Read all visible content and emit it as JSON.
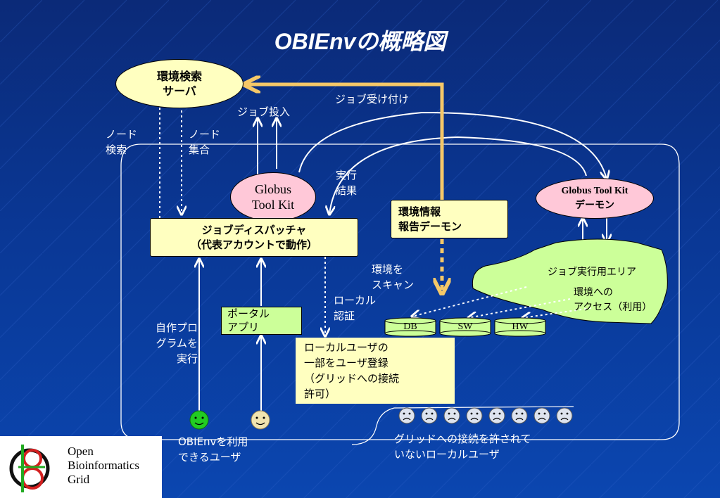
{
  "title": "OBIEnvの概略図",
  "nodes": {
    "env_search_server": [
      "環境検索",
      "サーバ"
    ],
    "globus_toolkit": [
      "Globus",
      "Tool Kit"
    ],
    "globus_daemon": [
      "Globus Tool Kit",
      "デーモン"
    ],
    "job_dispatcher": [
      "ジョブディスパッチャ",
      "（代表アカウントで動作）"
    ],
    "env_report_daemon": [
      "環境情報",
      "報告デーモン"
    ],
    "portal_app": [
      "ポータル",
      "アプリ"
    ],
    "local_user_register": [
      "ローカルユーザの",
      "一部をユーザ登録",
      "（グリッドへの接続",
      "許可）"
    ],
    "job_area": "ジョブ実行用エリア",
    "env_access": [
      "環境への",
      "アクセス（利用）"
    ],
    "disks": [
      "DB",
      "SW",
      "HW"
    ]
  },
  "labels": {
    "node_search": [
      "ノード",
      "検索"
    ],
    "node_aggregate": [
      "ノード",
      "集合"
    ],
    "job_submit": "ジョブ投入",
    "job_accept": "ジョブ受け付け",
    "exec_result": [
      "実行",
      "結果"
    ],
    "env_scan": [
      "環境を",
      "スキャン"
    ],
    "local_auth": [
      "ローカル",
      "認証"
    ],
    "own_program": [
      "自作プロ",
      "グラムを",
      "実行"
    ],
    "obienv_users": [
      "OBIEnvを利用",
      "できるユーザ"
    ],
    "non_grid_users": [
      "グリッドへの接続を許されて",
      "いないローカルユーザ"
    ]
  },
  "logo": [
    "Open",
    "Bioinformatics",
    "Grid"
  ],
  "colors": {
    "background": "#0b3a9a",
    "yellow_box": "#ffffc0",
    "pink_oval": "#ffc8d8",
    "green_area": "#ccff99",
    "orange_arrow": "#f5c868",
    "green_face": "#22cc22",
    "beige_face": "#f0e4b0"
  }
}
